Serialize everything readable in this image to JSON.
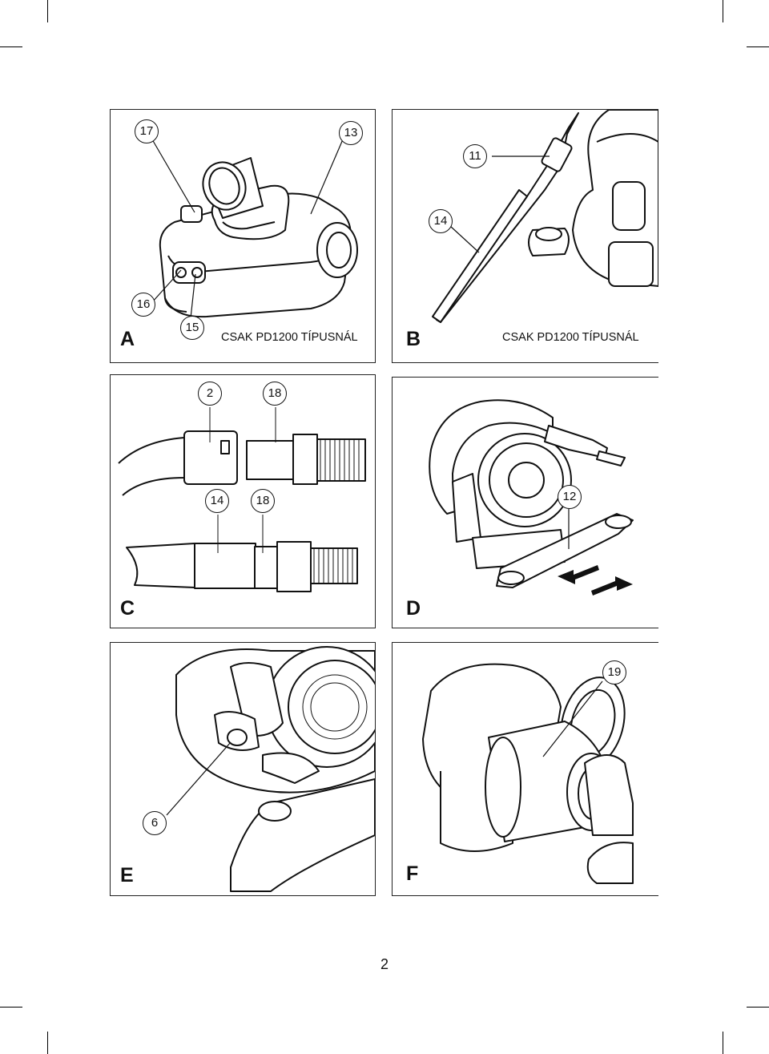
{
  "panels": {
    "a": {
      "letter": "A",
      "caption": "CSAK PD1200 TÍPUSNÁL",
      "callouts": [
        "17",
        "13",
        "16",
        "15"
      ]
    },
    "b": {
      "letter": "B",
      "caption": "CSAK PD1200 TÍPUSNÁL",
      "callouts": [
        "11",
        "14"
      ]
    },
    "c": {
      "letter": "C",
      "callouts": [
        "2",
        "18",
        "14",
        "18"
      ]
    },
    "d": {
      "letter": "D",
      "callouts": [
        "12"
      ]
    },
    "e": {
      "letter": "E",
      "callouts": [
        "6"
      ]
    },
    "f": {
      "letter": "F",
      "callouts": [
        "19"
      ]
    }
  },
  "page_number": "2"
}
